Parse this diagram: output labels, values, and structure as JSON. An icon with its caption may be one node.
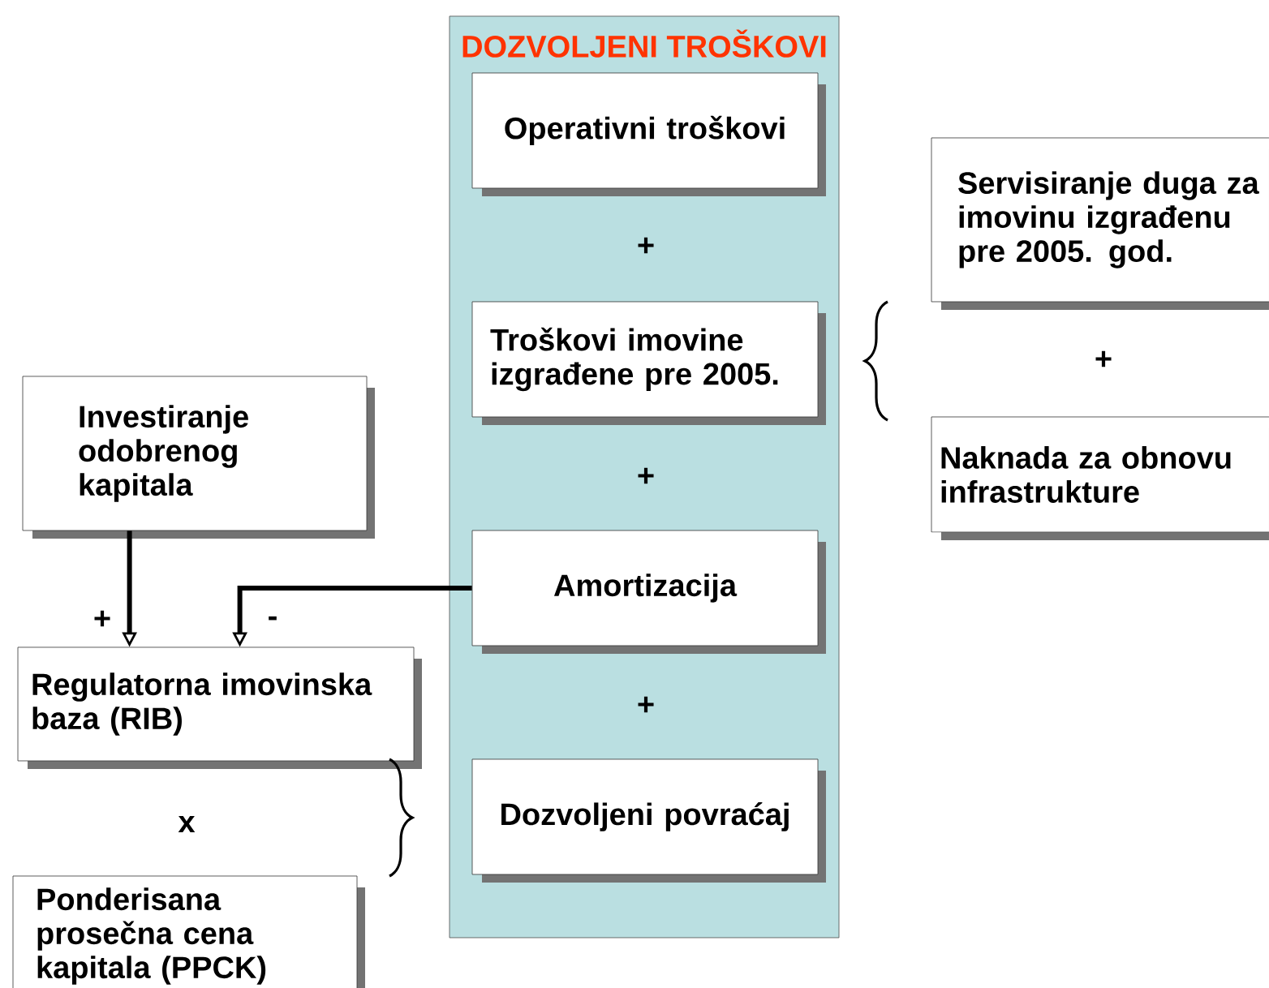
{
  "diagram": {
    "nodes": [
      {
        "text": [
          "DOZVOLJENI TROŠKOVI"
        ]
      },
      {
        "text": [
          "Operativni troškovi"
        ],
        "in": 0
      },
      {
        "text": [
          "Troškovi imovine izgrađene pre 2005."
        ],
        "in": 0
      },
      {
        "text": [
          "Amortizacija"
        ],
        "in": 0
      },
      {
        "text": [
          "Dozvoljeni povraćaj"
        ],
        "in": 0
      },
      {
        "text": [
          "Servisiranje duga za imovinu izgrađenu pre 2005. god."
        ]
      },
      {
        "text": [
          "Naknada za obnovu infrastrukture"
        ]
      },
      {
        "text": [
          "Investiranje odobrenog kapitala"
        ]
      },
      {
        "text": [
          "Regulatorna imovinska baza (RIB)"
        ]
      },
      {
        "text": [
          "Ponderisana prosečna cena kapitala (PPCK)"
        ]
      }
    ],
    "edges": [
      {
        "from": 7,
        "to": 8,
        "arrow": "to",
        "label": "+"
      },
      {
        "from": 3,
        "to": 8,
        "arrow": "to",
        "label": "-"
      }
    ],
    "labels": [
      "+",
      "+",
      "+",
      "+",
      "x"
    ]
  }
}
